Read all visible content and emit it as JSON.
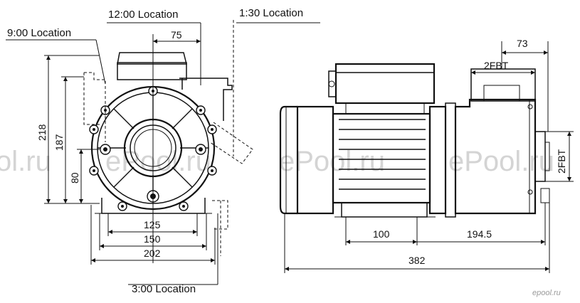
{
  "locations": {
    "nine": "9:00 Location",
    "twelve": "12:00 Location",
    "one_thirty": "1:30 Location",
    "three": "3:00 Location"
  },
  "front_view": {
    "width_75": "75",
    "height_218": "218",
    "height_187": "187",
    "height_80": "80",
    "width_125": "125",
    "width_150": "150",
    "width_202": "202"
  },
  "side_view": {
    "dim_73": "73",
    "port_top": "2FBT",
    "port_right": "2FBT",
    "dim_100": "100",
    "dim_194_5": "194.5",
    "overall_382": "382"
  },
  "watermarks": [
    "ol.ru",
    "ePool.ru",
    "ePool.ru",
    "ePool.ru"
  ],
  "logo": "epool.ru"
}
